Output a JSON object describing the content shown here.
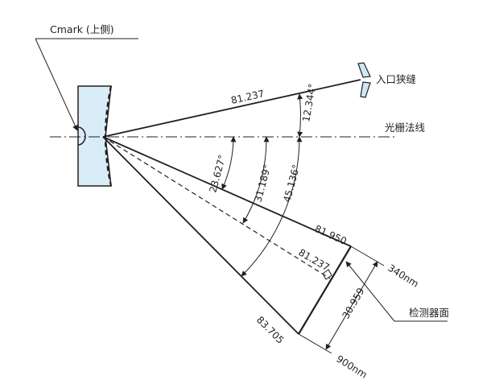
{
  "labels": {
    "cmark": "Cmark (上側)",
    "entrance_slit": "入口狭缝",
    "grating_normal": "光栅法线",
    "detector_plane": "检测器面"
  },
  "dimensions": {
    "entrance_arm": "81.237",
    "entrance_angle": "12.344°",
    "angle_340": "23.627°",
    "angle_center": "31.189°",
    "angle_900": "45.136°",
    "arm_340": "81.950",
    "arm_center": "81.237",
    "arm_900": "83.705",
    "detector_length": "30.959",
    "wl_short": "340nm",
    "wl_long": "900nm"
  },
  "colors": {
    "line": "#231f20",
    "grating_fill": "#d9edf8",
    "slit_fill": "#cfe6f4"
  }
}
